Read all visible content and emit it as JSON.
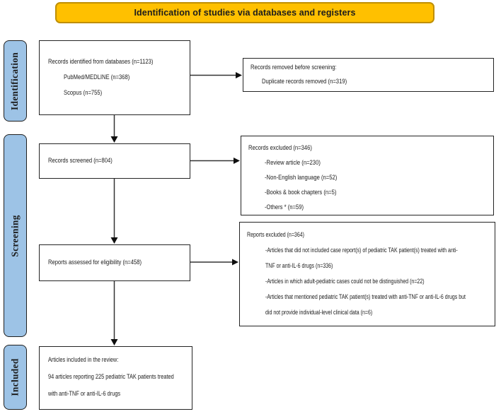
{
  "colors": {
    "banner_bg": "#FFC000",
    "banner_border": "#BF8F00",
    "stage_bg": "#9DC3E6",
    "text": "#1C1C1C"
  },
  "banner": {
    "label": "Identification of studies via databases and registers"
  },
  "stages": {
    "identification": "Identification",
    "screening": "Screening",
    "included": "Included"
  },
  "boxes": {
    "records_identified": {
      "lines": [
        "Records identified from databases (n=1123)",
        "PubMed/MEDLINE (n=368)",
        "Scopus (n=755)"
      ]
    },
    "records_removed": {
      "lines": [
        "Records removed before screening:",
        "Duplicate records removed (n=319)"
      ]
    },
    "records_screened": {
      "lines": [
        "Records screened (n=804)"
      ]
    },
    "records_excluded": {
      "lines": [
        "Records excluded (n=346)",
        "-Review article (n=230)",
        "-Non-English language (n=52)",
        "-Books & book chapters (n=5)",
        "-Others * (n=59)"
      ]
    },
    "reports_assessed": {
      "lines": [
        "Reports assessed for eligibility (n=458)"
      ]
    },
    "reports_excluded": {
      "lines": [
        "Reports excluded (n=364)",
        "-Articles that did not included case report(s) of pediatric TAK patient(s) treated with anti-",
        "TNF or anti-IL-6 drugs (n=336)",
        "-Articles in which adult-pediatric cases could not be distinguished (n=22)",
        "-Articles that mentioned pediatric TAK patient(s) treated with anti-TNF or anti-IL-6 drugs but",
        "did not provide individual-level clinical data (n=6)"
      ]
    },
    "articles_included": {
      "lines": [
        "Articles included in the review:",
        "94 articles reporting 225 pediatric TAK patients treated",
        "with anti-TNF or anti-IL-6 drugs"
      ]
    }
  }
}
